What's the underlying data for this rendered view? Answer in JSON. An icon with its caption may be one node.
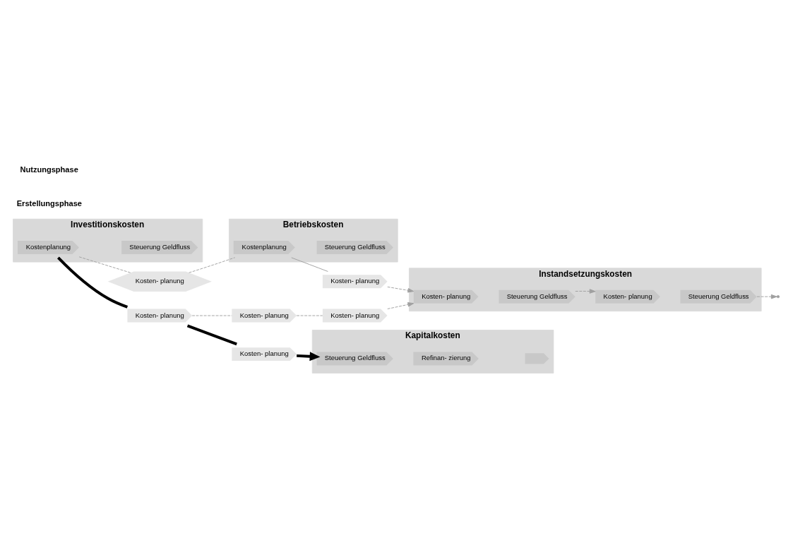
{
  "diagram": {
    "nodes": [
      {
        "text": [
          "Investitionskosten"
        ]
      },
      {
        "text": [
          "Kostenplanung"
        ],
        "in": 0
      },
      {
        "text": [
          "Steuerung Geldfluss"
        ],
        "in": 0
      },
      {
        "text": [
          "Kapitalkosten"
        ]
      },
      {
        "text": [
          "Steuerung Geldfluss"
        ],
        "in": 3
      },
      {
        "text": [
          "Refinan- zierung"
        ],
        "in": 3
      },
      {
        "text": [],
        "shape": "chevron",
        "in": 3
      },
      {
        "text": [
          "Betriebskosten"
        ]
      },
      {
        "text": [
          "Kostenplanung"
        ],
        "in": 7
      },
      {
        "text": [
          "Steuerung Geldfluss"
        ],
        "in": 7
      },
      {
        "text": [
          "Instandsetzungskosten"
        ]
      },
      {
        "text": [
          "Kosten- planung"
        ],
        "in": 10
      },
      {
        "text": [
          "Steuerung Geldfluss"
        ],
        "in": 10
      },
      {
        "text": [
          "Kosten- planung"
        ],
        "in": 10
      },
      {
        "text": [
          "Steuerung Geldfluss"
        ],
        "in": 10
      },
      {
        "text": [
          "Kosten- planung"
        ]
      },
      {
        "text": [
          "Kosten- planung"
        ]
      },
      {
        "text": [
          "Kosten- planung"
        ]
      },
      {
        "text": [
          "Kosten- planung"
        ]
      },
      {
        "text": [
          "Kosten- planung"
        ]
      },
      {
        "text": [
          "Kosten- planung"
        ]
      }
    ],
    "edges": [
      {
        "from": 1,
        "to": 15,
        "arrow": "none",
        "style": "dashed"
      },
      {
        "from": 15,
        "to": 8,
        "arrow": "none",
        "style": "dashed"
      },
      {
        "from": 1,
        "to": 16,
        "arrow": "none",
        "style": "thick",
        "color": "#000000"
      },
      {
        "from": 16,
        "to": 17,
        "arrow": "none",
        "style": "thick",
        "color": "#000000"
      },
      {
        "from": 17,
        "to": 4,
        "arrow": "to",
        "style": "thick",
        "color": "#000000"
      },
      {
        "from": 16,
        "to": 18,
        "arrow": "none",
        "style": "dashed"
      },
      {
        "from": 18,
        "to": 19,
        "arrow": "none",
        "style": "dashed"
      },
      {
        "from": 19,
        "to": 11,
        "arrow": "to",
        "style": "dashed"
      },
      {
        "from": 8,
        "to": 20,
        "arrow": "none"
      },
      {
        "from": 20,
        "to": 11,
        "arrow": "to",
        "style": "dashed"
      },
      {
        "from": 12,
        "to": 13,
        "arrow": "to",
        "style": "dashed"
      },
      {
        "from": 14,
        "to": null,
        "arrow": "to",
        "style": "dashed"
      }
    ],
    "labels": [
      "Erstellungsphase",
      "Nutzungsphase"
    ]
  }
}
